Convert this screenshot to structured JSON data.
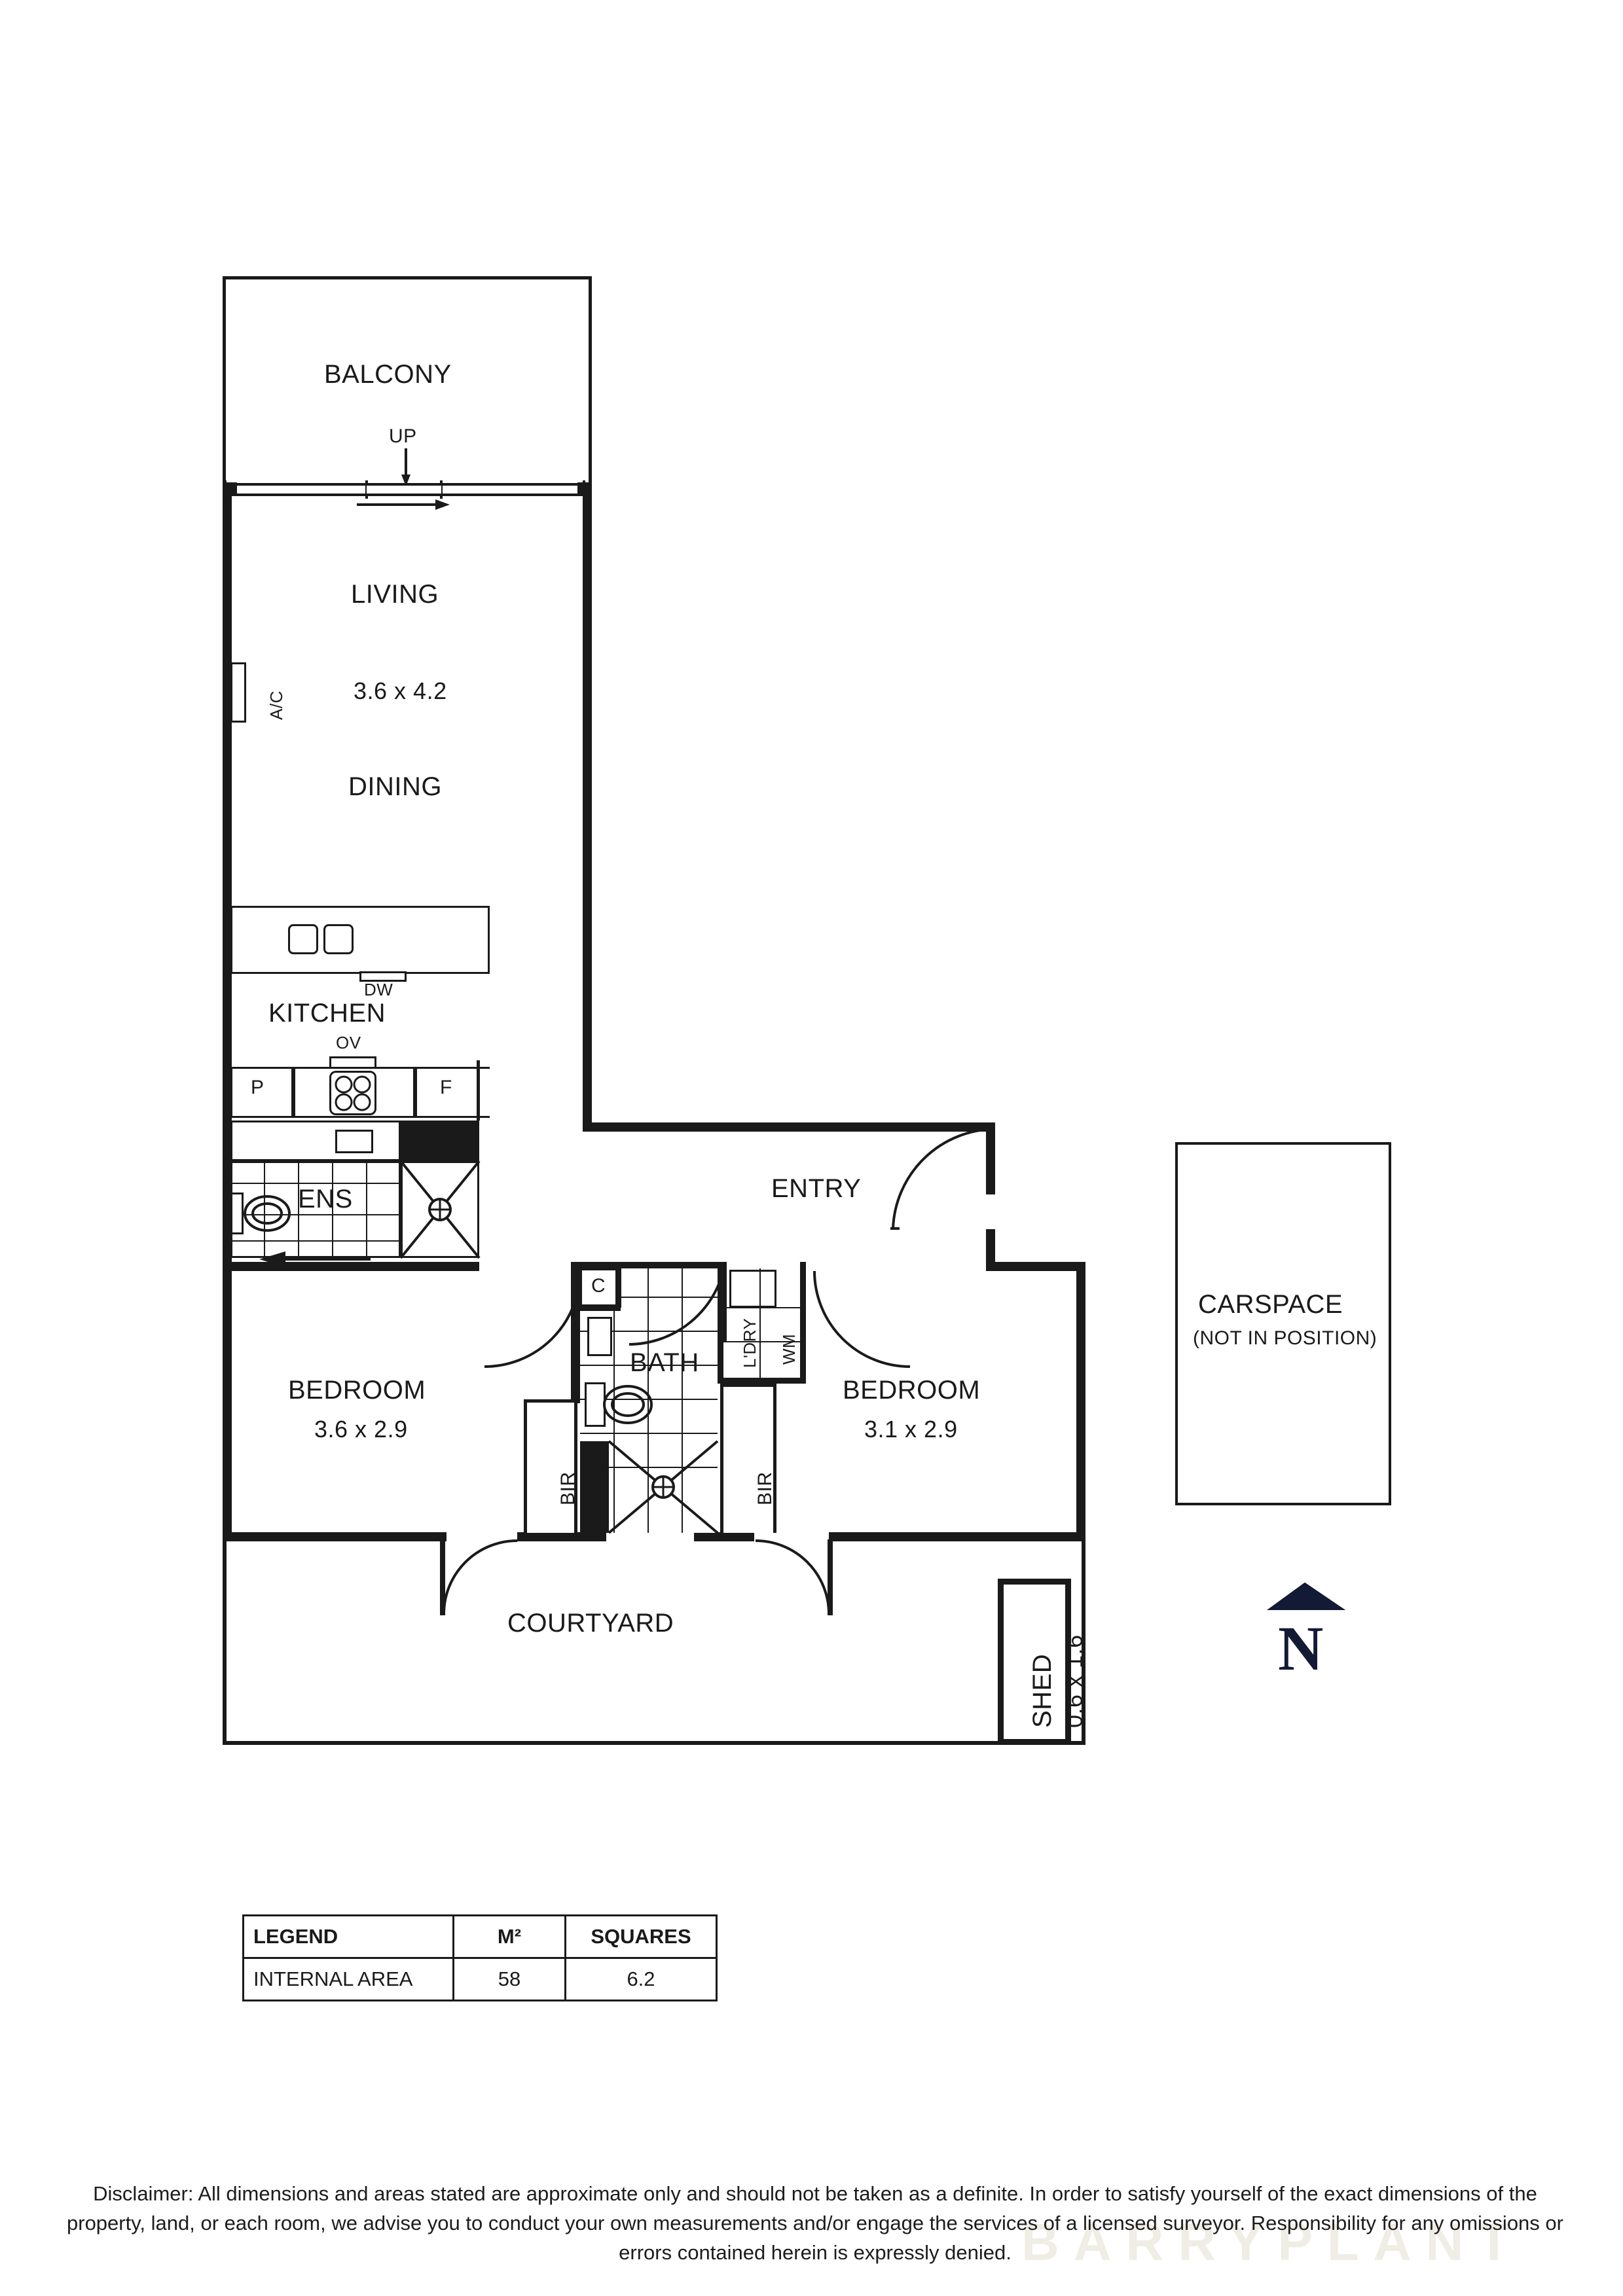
{
  "plan": {
    "rooms": [
      {
        "key": "balcony",
        "label": "BALCONY"
      },
      {
        "key": "living",
        "label": "LIVING",
        "dim": "3.6 x 4.2"
      },
      {
        "key": "dining",
        "label": "DINING"
      },
      {
        "key": "kitchen",
        "label": "KITCHEN"
      },
      {
        "key": "ens",
        "label": "ENS"
      },
      {
        "key": "entry",
        "label": "ENTRY"
      },
      {
        "key": "bath",
        "label": "BATH"
      },
      {
        "key": "bedroom_left",
        "label": "BEDROOM",
        "dim": "3.6 x 2.9"
      },
      {
        "key": "bedroom_right",
        "label": "BEDROOM",
        "dim": "3.1 x 2.9"
      },
      {
        "key": "courtyard",
        "label": "COURTYARD"
      },
      {
        "key": "shed",
        "label": "SHED",
        "dim": "0.6 x 1.6"
      },
      {
        "key": "carspace",
        "label": "CARSPACE",
        "note": "(NOT IN POSITION)"
      }
    ],
    "annotations": {
      "up": "UP",
      "ac": "A/C",
      "dw": "DW",
      "ov": "OV",
      "pantry": "P",
      "fridge": "F",
      "closet": "C",
      "laundry": "L'DRY",
      "washing_machine": "WM",
      "bir_left": "BIR",
      "bir_right": "BIR"
    }
  },
  "legend": {
    "headers": [
      "LEGEND",
      "M²",
      "SQUARES"
    ],
    "rows": [
      {
        "name": "INTERNAL AREA",
        "m2": "58",
        "squares": "6.2"
      }
    ]
  },
  "north": {
    "letter": "N"
  },
  "watermark": {
    "text": "BARRYPLANT"
  },
  "disclaimer": {
    "text": "Disclaimer: All dimensions and areas stated are approximate only and should not be taken as a definite. In order to satisfy yourself of the exact dimensions of the property, land, or each room, we advise you to conduct your own measurements and/or engage the services of a licensed surveyor. Responsibility for any omissions or errors contained herein is expressly denied."
  },
  "colors": {
    "ink": "#1a1a1a",
    "north": "#121a35",
    "watermark": "#efede4"
  }
}
